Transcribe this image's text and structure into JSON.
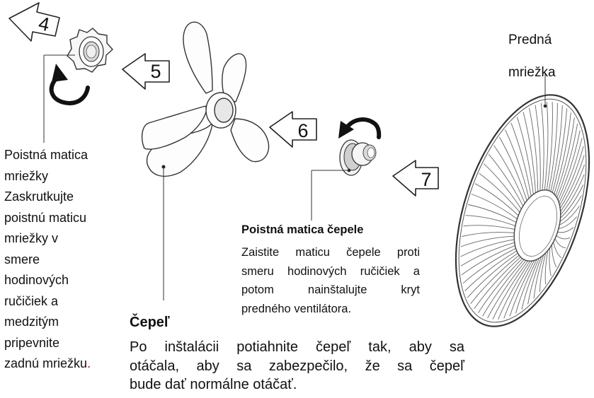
{
  "steps": [
    "4",
    "5",
    "6",
    "7"
  ],
  "front_grille": {
    "lines": [
      "Predná",
      "mriežka"
    ]
  },
  "grille_nut": {
    "lines": [
      "Poistná matica",
      "mriežky",
      "Zaskrutkujte",
      "poistnú maticu",
      "mriežky v",
      "smere",
      "hodinových",
      "ručičiek a",
      "medzitým",
      "pripevnite",
      "zadnú mriežku"
    ],
    "end_mark": "."
  },
  "blade_nut": {
    "title": "Poistná matica čepele",
    "lines": [
      "Zaistite maticu čepele proti",
      "smeru hodinových ručičiek a",
      "potom nainštalujte kryt",
      "predného ventilátora."
    ]
  },
  "blade": {
    "title": "Čepeľ",
    "lines": [
      "Po inštalácii potiahnite čepeľ tak, aby sa",
      "otáčala, aby sa zabezpečilo, že sa čepeľ",
      "bude dať normálne otáčať."
    ]
  }
}
